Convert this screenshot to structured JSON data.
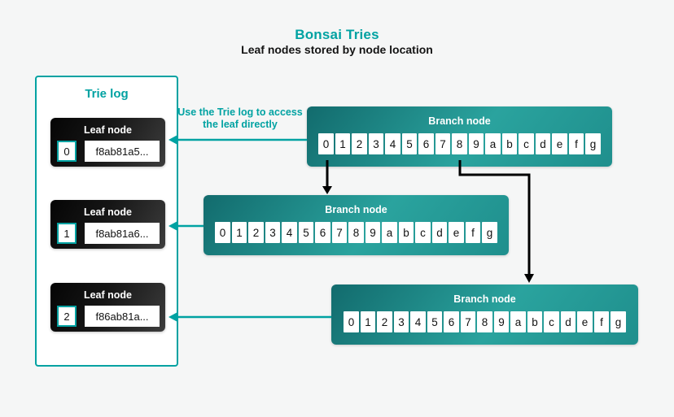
{
  "title": "Bonsai Tries",
  "subtitle": "Leaf nodes stored by node location",
  "annotation": "Use the Trie log to access the leaf directly",
  "colors": {
    "accent_teal": "#00a2a2",
    "background": "#f5f6f6",
    "branch_gradient_dark": "#126b6d",
    "branch_gradient_light": "#2aa39e",
    "leaf_gradient_dark": "#050505",
    "leaf_gradient_light": "#3d3d3d",
    "arrow_black": "#000000",
    "cell_background": "#ffffff"
  },
  "trie_log": {
    "title": "Trie log",
    "leaf_label": "Leaf node",
    "leaves": [
      {
        "index": "0",
        "hash": "f8ab81a5..."
      },
      {
        "index": "1",
        "hash": "f8ab81a6..."
      },
      {
        "index": "2",
        "hash": "f86ab81a..."
      }
    ]
  },
  "branch_nodes": [
    {
      "label": "Branch node",
      "cells": [
        "0",
        "1",
        "2",
        "3",
        "4",
        "5",
        "6",
        "7",
        "8",
        "9",
        "a",
        "b",
        "c",
        "d",
        "e",
        "f",
        "g"
      ]
    },
    {
      "label": "Branch node",
      "cells": [
        "0",
        "1",
        "2",
        "3",
        "4",
        "5",
        "6",
        "7",
        "8",
        "9",
        "a",
        "b",
        "c",
        "d",
        "e",
        "f",
        "g"
      ]
    },
    {
      "label": "Branch node",
      "cells": [
        "0",
        "1",
        "2",
        "3",
        "4",
        "5",
        "6",
        "7",
        "8",
        "9",
        "a",
        "b",
        "c",
        "d",
        "e",
        "f",
        "g"
      ]
    }
  ]
}
